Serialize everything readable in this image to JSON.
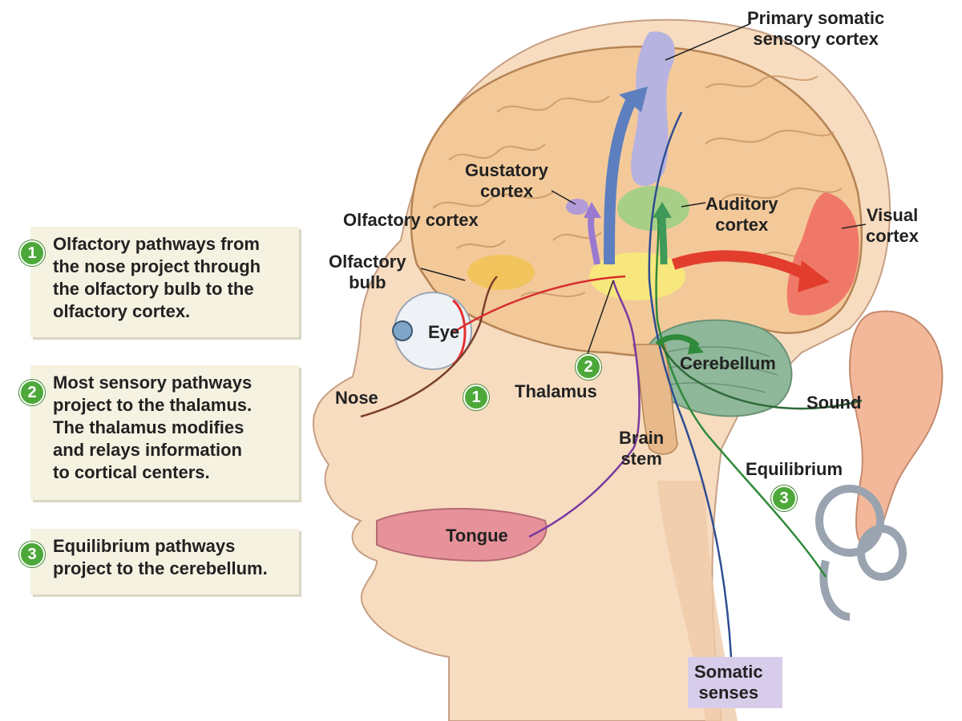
{
  "labels": {
    "primary_somatic": "Primary somatic\nsensory cortex",
    "gustatory": "Gustatory\ncortex",
    "auditory": "Auditory\ncortex",
    "visual": "Visual\ncortex",
    "olfactory_cortex": "Olfactory cortex",
    "olfactory_bulb": "Olfactory\nbulb",
    "eye": "Eye",
    "nose": "Nose",
    "thalamus": "Thalamus",
    "cerebellum": "Cerebellum",
    "sound": "Sound",
    "brain_stem": "Brain\nstem",
    "equilibrium": "Equilibrium",
    "tongue": "Tongue",
    "somatic_senses": "Somatic\nsenses"
  },
  "notes": [
    {
      "number": "1",
      "text": "Olfactory pathways from\nthe nose project through\nthe olfactory bulb to the\nolfactory cortex."
    },
    {
      "number": "2",
      "text": "Most sensory pathways\nproject to the thalamus.\nThe thalamus modifies\nand relays information\nto cortical centers."
    },
    {
      "number": "3",
      "text": "Equilibrium pathways\nproject to the cerebellum."
    }
  ],
  "markers": {
    "olfactory": "1",
    "thalamus": "2",
    "equilibrium": "3"
  },
  "colors": {
    "skin": "#f7dcc0",
    "brain": "#f3c99a",
    "somatosensory": "#b7b3e0",
    "auditory": "#9fcf86",
    "visual": "#ef6f63",
    "thalamus": "#f7ea7a",
    "olfactory": "#f2c14a",
    "cerebellum": "#8fb79a",
    "badge": "#4da83a"
  }
}
